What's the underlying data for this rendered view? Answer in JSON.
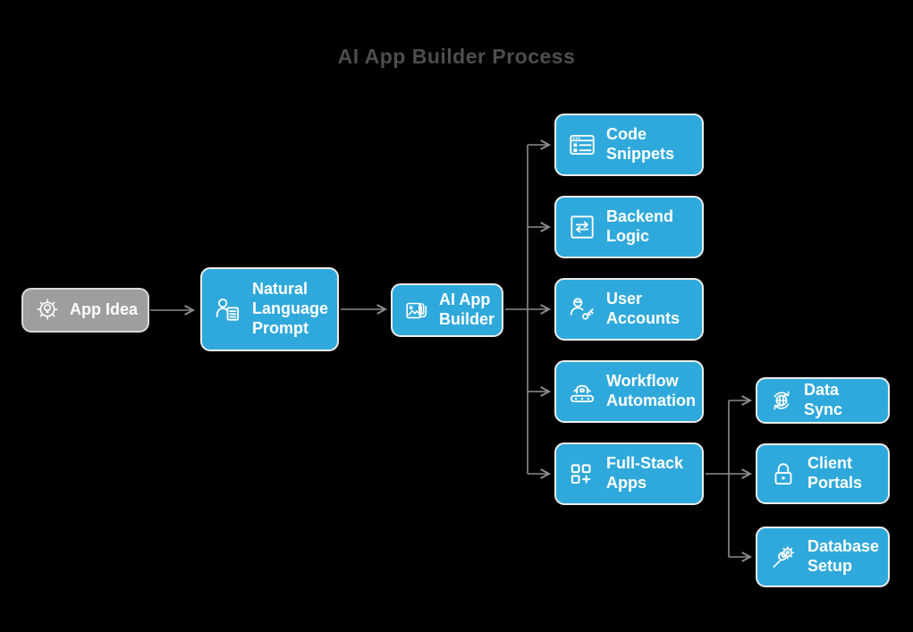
{
  "title": "AI App Builder Process",
  "colors": {
    "background": "#000000",
    "node_fill": "#2FA9DC",
    "node_border": "#ECECEC",
    "gray_node_fill": "#9E9E9E",
    "gray_node_border": "#D9D9D9",
    "node_text": "#FFFFFF",
    "connector": "#8C8C8C",
    "title_text": "#4D4D4D"
  },
  "nodes": {
    "app_idea": {
      "label": "App Idea",
      "icon": "gear-lightbulb-icon"
    },
    "natural_language_prompt": {
      "label": "Natural Language Prompt",
      "icon": "person-document-icon"
    },
    "ai_app_builder": {
      "label": "AI App Builder",
      "icon": "image-attachment-icon"
    },
    "code_snippets": {
      "label": "Code Snippets",
      "icon": "window-list-icon"
    },
    "backend_logic": {
      "label": "Backend Logic",
      "icon": "swap-arrows-icon"
    },
    "user_accounts": {
      "label": "User Accounts",
      "icon": "user-key-icon"
    },
    "workflow_automation": {
      "label": "Workflow Automation",
      "icon": "robot-conveyor-icon"
    },
    "full_stack_apps": {
      "label": "Full-Stack Apps",
      "icon": "modules-plus-icon"
    },
    "data_sync": {
      "label": "Data Sync",
      "icon": "globe-sync-icon"
    },
    "client_portals": {
      "label": "Client Portals",
      "icon": "padlock-icon"
    },
    "database_setup": {
      "label": "Database Setup",
      "icon": "wrench-gear-icon"
    }
  },
  "edges": [
    {
      "from": "app_idea",
      "to": "natural_language_prompt"
    },
    {
      "from": "natural_language_prompt",
      "to": "ai_app_builder"
    },
    {
      "from": "ai_app_builder",
      "to": "code_snippets"
    },
    {
      "from": "ai_app_builder",
      "to": "backend_logic"
    },
    {
      "from": "ai_app_builder",
      "to": "user_accounts"
    },
    {
      "from": "ai_app_builder",
      "to": "workflow_automation"
    },
    {
      "from": "ai_app_builder",
      "to": "full_stack_apps"
    },
    {
      "from": "full_stack_apps",
      "to": "data_sync"
    },
    {
      "from": "full_stack_apps",
      "to": "client_portals"
    },
    {
      "from": "full_stack_apps",
      "to": "database_setup"
    }
  ]
}
